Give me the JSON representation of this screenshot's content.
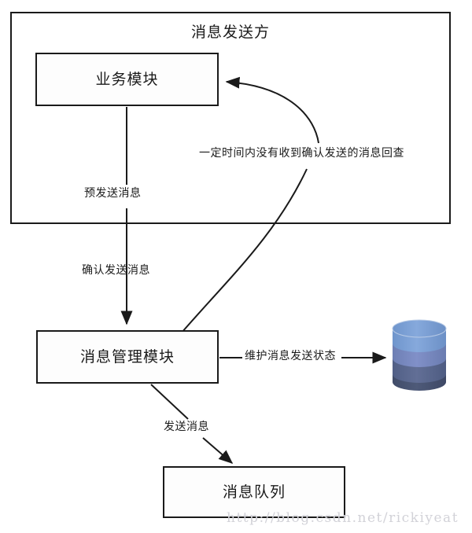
{
  "diagram": {
    "title": "消息发送方",
    "watermark": "http://blog.csdn.net/rickiyeat",
    "colors": {
      "stroke": "#1a1a1a",
      "text": "#1b1b1b",
      "box_fill": "#fdfdfd",
      "watermark": "#d2d2d8",
      "db_top": "#7a9fd4",
      "db_upper": "#7b8ec4",
      "db_middle": "#5c6b92",
      "db_lower": "#4a5878",
      "db_bottom": "#3c465f"
    },
    "nodes": [
      {
        "id": "business",
        "label": "业务模块"
      },
      {
        "id": "manager",
        "label": "消息管理模块"
      },
      {
        "id": "queue",
        "label": "消息队列"
      },
      {
        "id": "database",
        "label": "database-cylinder"
      }
    ],
    "edges": [
      {
        "id": "pre-send",
        "label": "预发送消息",
        "from": "business",
        "to": "manager"
      },
      {
        "id": "confirm-send",
        "label": "确认发送消息",
        "from": "business",
        "to": "manager"
      },
      {
        "id": "callback",
        "label": "一定时间内没有收到确认发送的消息回查",
        "from": "manager",
        "to": "business"
      },
      {
        "id": "maintain-state",
        "label": "维护消息发送状态",
        "from": "manager",
        "to": "database"
      },
      {
        "id": "send-msg",
        "label": "发送消息",
        "from": "manager",
        "to": "queue"
      }
    ]
  }
}
